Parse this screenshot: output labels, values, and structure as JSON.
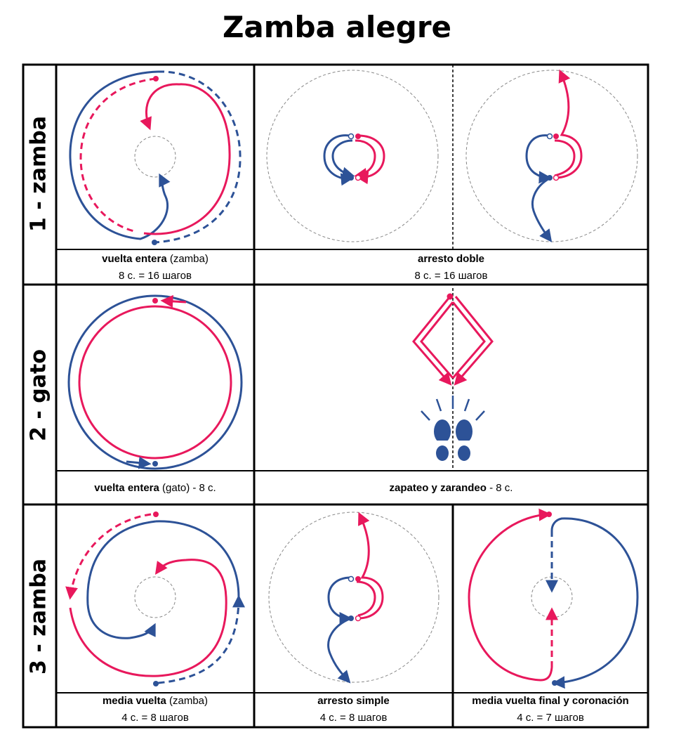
{
  "title": "Zamba alegre",
  "colors": {
    "woman": "#e8185c",
    "man": "#2d5297",
    "guide": "#888888",
    "frame": "#000000"
  },
  "rows": [
    {
      "label": "1 - zamba",
      "cells": [
        {
          "figure": "vuelta entera (zamba)",
          "name": "vuelta entera",
          "extra": " (zamba)",
          "timing": "8 с. = 16 шагов"
        },
        {
          "figure": "arresto doble",
          "name": "arresto doble",
          "extra": "",
          "timing": "8 с. = 16 шагов"
        }
      ]
    },
    {
      "label": "2 - gato",
      "cells": [
        {
          "figure": "vuelta entera (gato) - 8 с.",
          "name": "vuelta entera",
          "extra": " (gato) - 8 с.",
          "timing": ""
        },
        {
          "figure": "zapateo y zarandeo - 8 с.",
          "name": "zapateo y zarandeo",
          "extra": " - 8 с.",
          "timing": ""
        }
      ]
    },
    {
      "label": "3 - zamba",
      "cells": [
        {
          "figure": "media vuelta (zamba)",
          "name": "media vuelta",
          "extra": " (zamba)",
          "timing": "4 с. = 8 шагов"
        },
        {
          "figure": "arresto simple",
          "name": "arresto simple",
          "extra": "",
          "timing": "4 с. = 8 шагов"
        },
        {
          "figure": "media vuelta final y coronación",
          "name": "media vuelta final y coronación",
          "extra": "",
          "timing": "4 с. = 7 шагов"
        }
      ]
    }
  ]
}
